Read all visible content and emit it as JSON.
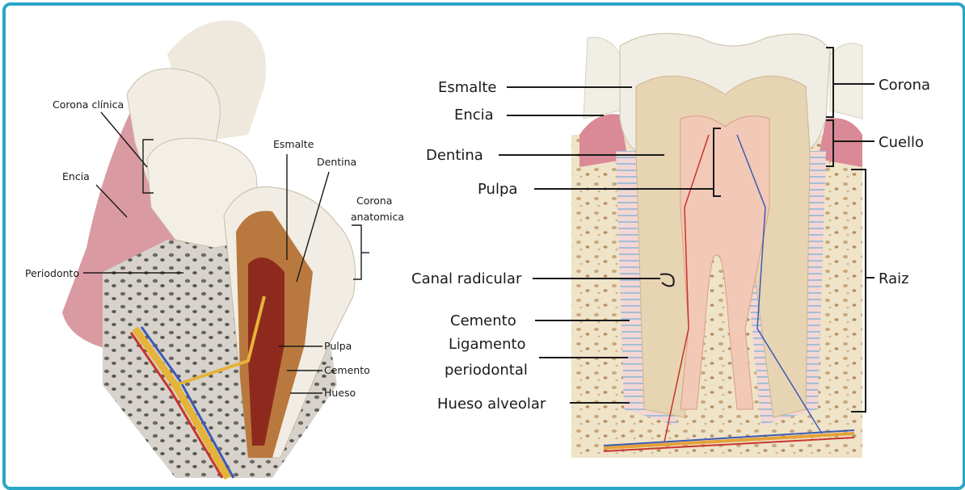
{
  "colors": {
    "frame": "#2aa6c9",
    "enamel": "#efeee6",
    "dentin": "#e8d2ae",
    "pulp": "#c98a6a",
    "gum": "#d99aa2",
    "bone": "#ede0c4",
    "nerve": "#e5a23a",
    "artery": "#c8342c",
    "vein": "#3d5bb5"
  },
  "left_diagram": {
    "labels": {
      "corona_clinica": "Corona clínica",
      "encia": "Encia",
      "esmalte": "Esmalte",
      "dentina": "Dentina",
      "corona_anatomica_1": "Corona",
      "corona_anatomica_2": "anatomica",
      "periodonto": "Periodonto",
      "pulpa": "Pulpa",
      "cemento": "Cemento",
      "hueso": "Hueso"
    }
  },
  "right_diagram": {
    "labels": {
      "esmalte": "Esmalte",
      "encia": "Encia",
      "dentina": "Dentina",
      "pulpa": "Pulpa",
      "canal_radicular": "Canal radicular",
      "cemento": "Cemento",
      "ligamento_1": "Ligamento",
      "ligamento_2": "periodontal",
      "hueso_alveolar": "Hueso alveolar",
      "corona": "Corona",
      "cuello": "Cuello",
      "raiz": "Raiz"
    }
  }
}
